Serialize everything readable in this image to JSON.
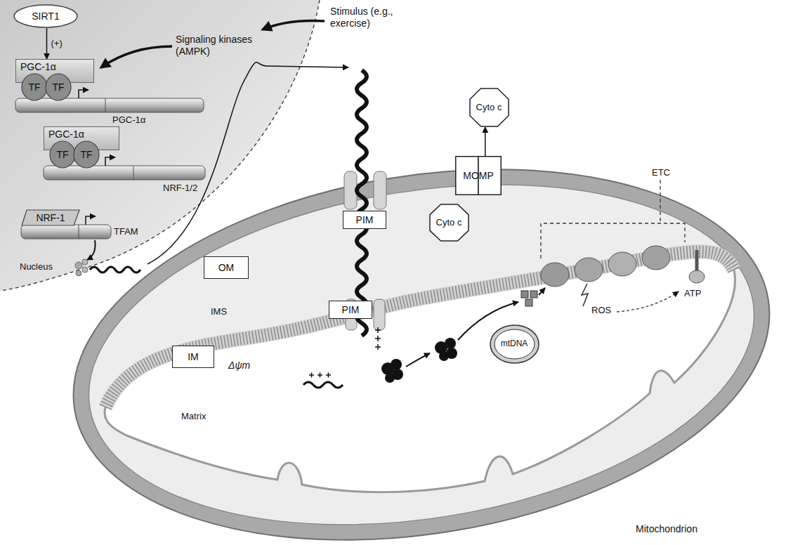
{
  "diagram": {
    "nodes": [
      {
        "text": [
          "SIRT1"
        ]
      },
      {
        "text": [
          "PGC-1α"
        ]
      },
      {
        "text": [
          "TF"
        ]
      },
      {
        "text": [
          "TF"
        ]
      },
      {
        "text": [
          "PGC-1α"
        ]
      },
      {
        "text": [
          "TF"
        ]
      },
      {
        "text": [
          "TF"
        ]
      },
      {
        "text": [
          "NRF-1"
        ]
      },
      {
        "text": [
          "Cyto c"
        ]
      },
      {
        "text": [
          "MOMP"
        ]
      },
      {
        "text": [
          "PIM"
        ]
      },
      {
        "text": [
          "OM"
        ]
      },
      {
        "text": [
          "Cyto c"
        ]
      },
      {
        "text": [
          "PIM"
        ]
      },
      {
        "text": [
          "IM"
        ]
      },
      {
        "text": [
          "mtDNA"
        ]
      }
    ],
    "edges": [
      {
        "from": 0,
        "to": 1,
        "arrow": "to",
        "label": "(+)"
      },
      {
        "from": 9,
        "to": 8,
        "arrow": "to"
      }
    ],
    "labels": [
      "Stimulus (e.g., exercise)",
      "Signaling kinases (AMPK)",
      "PGC-1α",
      "NRF-1/2",
      "TFAM",
      "Nucleus",
      "IMS",
      "Δψm",
      "Matrix",
      "ETC",
      "ROS",
      "ATP",
      "Mitochondrion"
    ]
  }
}
